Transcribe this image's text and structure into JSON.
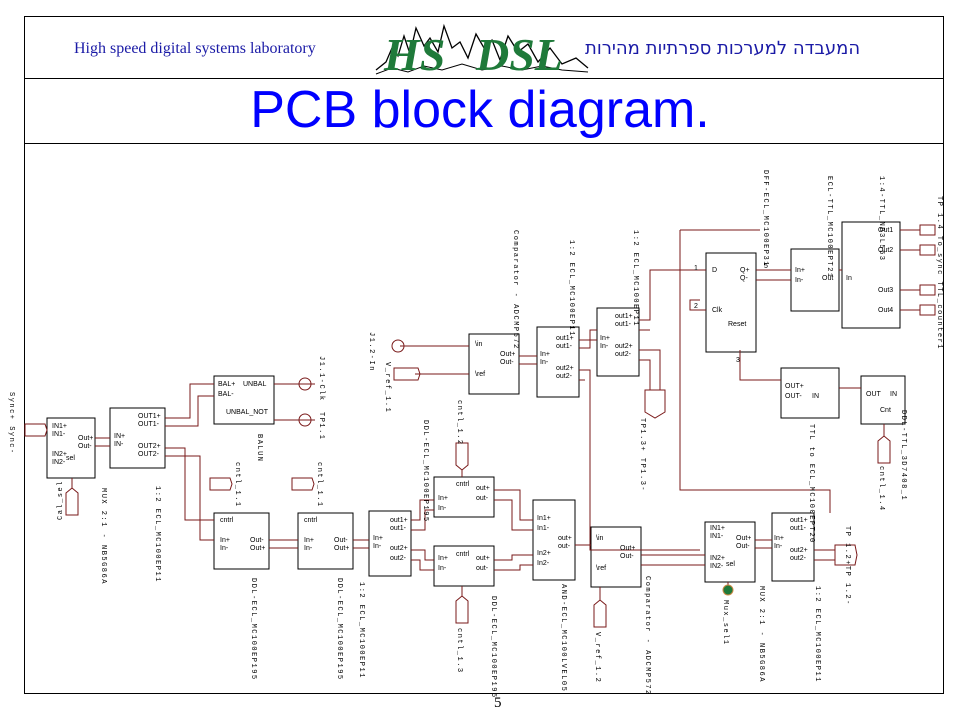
{
  "header": {
    "lab_name_en": "High speed digital systems laboratory",
    "lab_name_he": "המעבדה למערכות ספרתיות מהירות",
    "logo_text": "HS DSL",
    "title": "PCB block diagram.",
    "page_number": "5"
  },
  "diagram": {
    "blocks": {
      "mux_in": {
        "pins": [
          "IN1+",
          "IN1-",
          "IN2+",
          "IN2-",
          "Out+",
          "Out-",
          "sel"
        ],
        "label": "MUX 2:1 - NB5G86A"
      },
      "ecl_1_2_a": {
        "pins": [
          "OUT1+",
          "OUT1-",
          "OUT2+",
          "OUT2-",
          "IN+",
          "IN-"
        ],
        "label": "1:2 ECL_MC100EP11"
      },
      "balun": {
        "pins": [
          "BAL+",
          "BAL-",
          "UNBAL",
          "UNBAL_NOT"
        ],
        "label": "BALUN"
      },
      "ddl_1": {
        "pins": [
          "cntrl",
          "In+",
          "In-",
          "Out-",
          "Out+"
        ],
        "label": "DDL-ECL_MC100EP195"
      },
      "ddl_2": {
        "pins": [
          "cntrl",
          "In+",
          "In-",
          "Out-",
          "Out+"
        ],
        "label": "DDL-ECL_MC100EP195"
      },
      "ecl_1_2_b": {
        "pins": [
          "out1+",
          "out1-",
          "out2+",
          "out2-",
          "In+",
          "In-"
        ],
        "label": "1:2 ECL_MC100EP11"
      },
      "ddl_3": {
        "pins": [
          "cntrl",
          "In+",
          "In-",
          "out+",
          "out-"
        ],
        "label": "DDL-ECL_MC100EP195"
      },
      "ddl_4": {
        "pins": [
          "cntrl",
          "In+",
          "In-",
          "out+",
          "out-"
        ],
        "label": "DDL-ECL_MC100EP195"
      },
      "and_gate": {
        "pins": [
          "In1+",
          "In1-",
          "In2+",
          "In2-",
          "out+",
          "out-"
        ],
        "label": "AND-ECL_MC100LVEL05"
      },
      "comparator_1": {
        "pins": [
          "\\in",
          "\\ref",
          "Out+",
          "Out-"
        ],
        "label": "Comparator - ADCMP572"
      },
      "ecl_1_2_c": {
        "pins": [
          "out1+",
          "out1-",
          "out2+",
          "out2-",
          "In+",
          "In-"
        ],
        "label": "1:2 ECL_MC100EP11"
      },
      "ecl_1_2_d": {
        "pins": [
          "out1+",
          "out1-",
          "out2+",
          "out2-",
          "In+",
          "In-"
        ],
        "label": "1:2 ECL_MC100EP11"
      },
      "dff": {
        "pins": [
          "D",
          "Q+",
          "Q-",
          "Clk",
          "Reset"
        ],
        "label": "DFF-ECL_MC100EP31"
      },
      "ecl_ttl": {
        "pins": [
          "In+",
          "In-",
          "Out"
        ],
        "label": "ECL-TTL_MC100EPT21"
      },
      "ttl_1_4": {
        "pins": [
          "Out1",
          "Out2",
          "Out3",
          "Out4",
          "In"
        ],
        "label": "1:4-TTL_NB3L553"
      },
      "ttl_ecl": {
        "pins": [
          "OUT+",
          "OUT-",
          "IN"
        ],
        "label": "TTL to ECL_MC100EPT20"
      },
      "ddl_ttl": {
        "pins": [
          "OUT",
          "IN",
          "Cnt"
        ],
        "label": "DDL-TTL_3D7408_1"
      },
      "comparator_2": {
        "pins": [
          "\\in",
          "\\ref",
          "Out+",
          "Out-"
        ],
        "label": "Comparator - ADCMP572"
      },
      "mux_out": {
        "pins": [
          "IN1+",
          "IN1-",
          "IN2+",
          "IN2-",
          "Out+",
          "Out-",
          "sel"
        ],
        "label": "MUX 2:1 - NB5G86A"
      },
      "ecl_1_2_e": {
        "pins": [
          "out1+",
          "out1-",
          "out2+",
          "out2-",
          "In+",
          "In-"
        ],
        "label": "1:2 ECL_MC100EP11"
      }
    },
    "signals": {
      "sync": "Sync+ Sync-",
      "cal_sel": "Cal_sel",
      "j1_1": "J1.1-Clk",
      "tp1_1": "TP1.1",
      "cntl_1_1": "cntl_1.1",
      "cntl_1_1b": "cntl_1.1",
      "cntl_1_2": "cntl_1.2",
      "cntl_1_3": "cntl_1.3",
      "j1_2": "J1.2-In",
      "v_ref_1_1": "V_ref_1.1",
      "v_ref_1_2": "V_ref_1.2",
      "tp1_3": "TP1.3+ TP1.3-",
      "tp1_4": "TP 1.4 To_sync TTL_counter1",
      "cntl_1_4": "cntl_1.4",
      "tp1_2": "TP 1.2+TP 1.2-",
      "mux_sel": "Mux_sel1",
      "pin_1": "1",
      "pin_2": "2",
      "pin_3": "3",
      "pin_5": "5"
    }
  }
}
